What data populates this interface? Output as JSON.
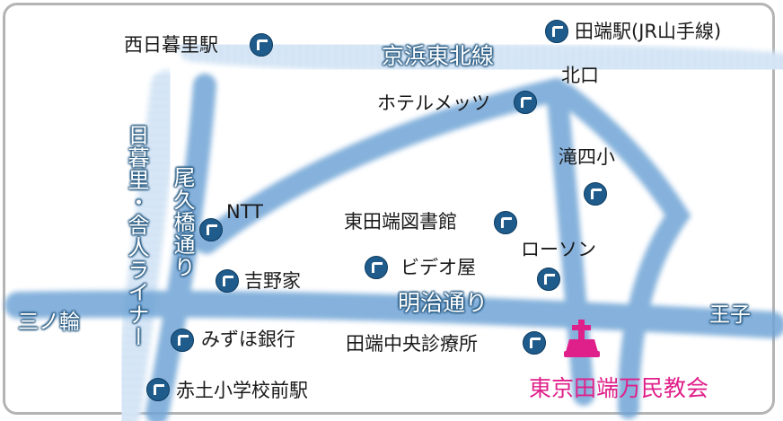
{
  "roads": {
    "keihin_tohoku": "京浜東北線",
    "meiji_dori": "明治通り",
    "oku_bashi_dori": "尾久橋通り",
    "nippori_toneri": "日暮里・舎人ライナー",
    "oji": "王子",
    "minowa": "三ノ輪",
    "north_exit": "北口"
  },
  "places": {
    "nishi_nippori": "西日暮里駅",
    "tabata_station": "田端駅(JR山手線)",
    "hotel_mets": "ホテルメッツ",
    "takinoshiro": "滝四小",
    "ntt": "NTT",
    "library": "東田端図書館",
    "lawson": "ローソン",
    "video": "ビデオ屋",
    "yoshinoya": "吉野家",
    "mizuho": "みずほ銀行",
    "clinic": "田端中央診療所",
    "akado": "赤土小学校前駅"
  },
  "church": {
    "name": "東京田端万民教会",
    "color": "#e0208a"
  },
  "colors": {
    "road": "#6fa4d6",
    "marker": "#1f5c8c",
    "frame": "#b4b4b4"
  }
}
